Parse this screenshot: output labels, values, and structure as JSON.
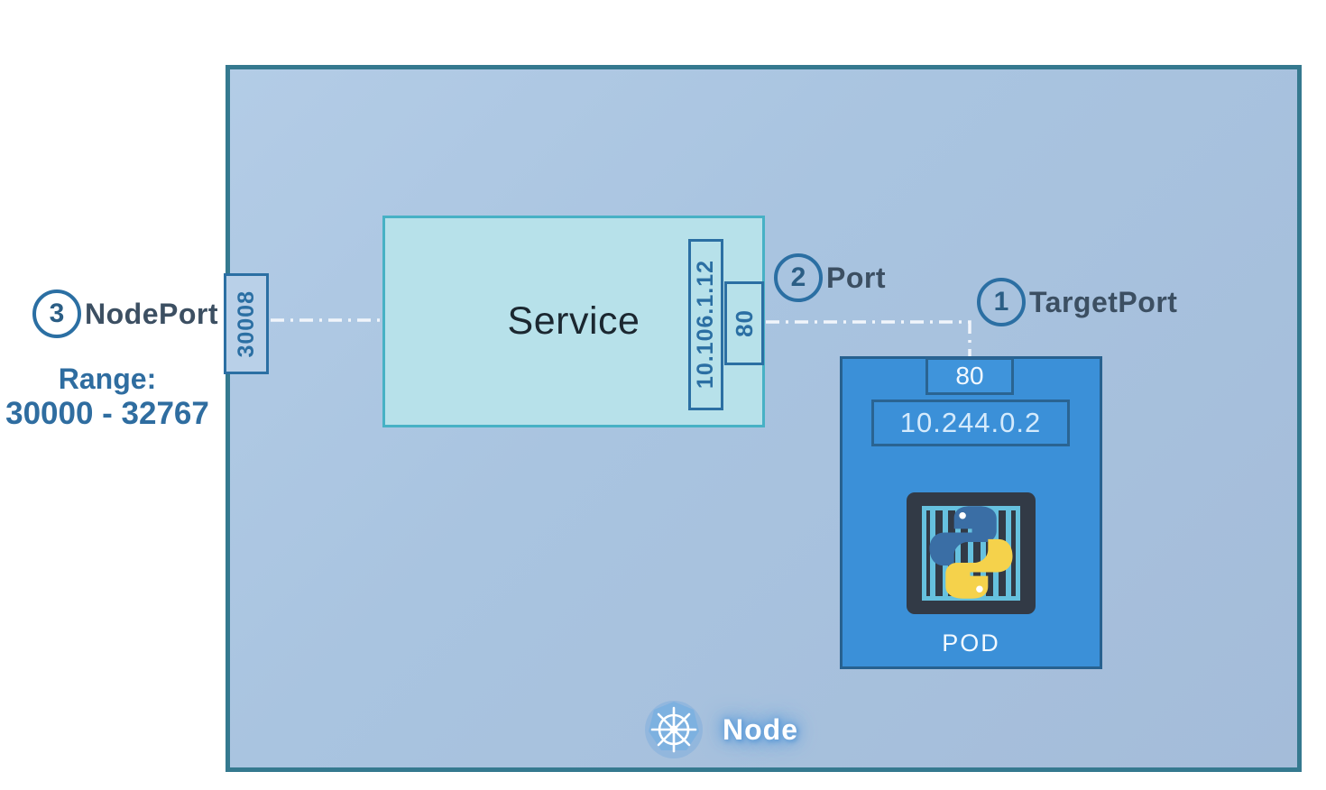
{
  "annotations": {
    "step3_number": "3",
    "step3_label": "NodePort",
    "range_title": "Range:",
    "range_value": "30000 - 32767",
    "step2_number": "2",
    "step2_label": "Port",
    "step1_number": "1",
    "step1_label": "TargetPort"
  },
  "node": {
    "label": "Node",
    "nodeport_value": "30008"
  },
  "service": {
    "label": "Service",
    "cluster_ip": "10.106.1.12",
    "port": "80"
  },
  "pod": {
    "label": "POD",
    "ip": "10.244.0.2",
    "target_port": "80"
  },
  "icons": {
    "kubernetes": "kubernetes-helm-icon",
    "container": "container-icon",
    "python": "python-logo-icon"
  },
  "colors": {
    "node_fill": "#a9c4e0",
    "node_border": "#35798f",
    "service_fill": "#b7e1ea",
    "service_border": "#47b1c5",
    "accent_steel_blue": "#2b6fa3",
    "pod_fill": "#3b90d8",
    "pod_border": "#27618f",
    "connector_line": "#ffffff",
    "python_blue": "#3a6ea5",
    "python_yellow": "#f5d24b",
    "container_dark": "#323a46",
    "container_bars": "#66c1df"
  }
}
